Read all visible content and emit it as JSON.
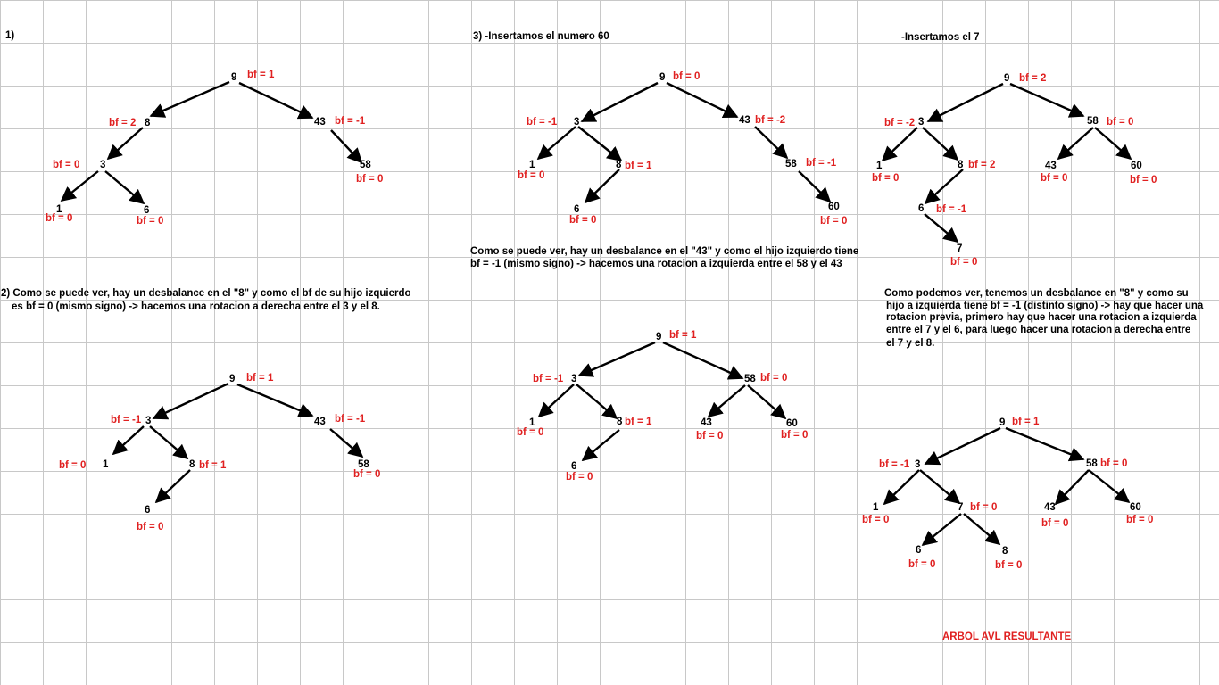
{
  "steps": {
    "s1": "1)",
    "s2": "2) Como se puede ver, hay un desbalance en el \"8\" y como el bf de su hijo izquierdo",
    "s2b": "es bf = 0 (mismo signo) -> hacemos una rotacion a derecha entre el 3 y el 8.",
    "s3": "3)  -Insertamos el numero 60",
    "s3note1": "Como se puede ver, hay un desbalance en el \"43\" y como el hijo izquierdo tiene",
    "s3note2": "bf = -1 (mismo signo) -> hacemos una rotacion a izquierda entre el 58 y el 43",
    "s4": "-Insertamos el 7",
    "s4note1": "Como podemos ver, tenemos un desbalance en \"8\" y como su",
    "s4note2": "hijo a izquierda tiene bf = -1 (distinto signo) -> hay que hacer una",
    "s4note3": "rotacion previa, primero hay que hacer una rotacion a izquierda",
    "s4note4": "entre el 7 y el 6, para luego hacer una rotacion a derecha entre",
    "s4note5": "el 7 y el 8.",
    "result": "ARBOL AVL RESULTANTE"
  },
  "trees": [
    {
      "id": "t1",
      "nodes": [
        {
          "v": "9",
          "bf": "bf = 1"
        },
        {
          "v": "8",
          "bf": "bf = 2"
        },
        {
          "v": "43",
          "bf": "bf = -1"
        },
        {
          "v": "3",
          "bf": "bf = 0"
        },
        {
          "v": "58",
          "bf": "bf = 0"
        },
        {
          "v": "1",
          "bf": "bf = 0"
        },
        {
          "v": "6",
          "bf": "bf = 0"
        }
      ]
    },
    {
      "id": "t2",
      "nodes": [
        {
          "v": "9",
          "bf": "bf = 1"
        },
        {
          "v": "3",
          "bf": "bf = -1"
        },
        {
          "v": "43",
          "bf": "bf = -1"
        },
        {
          "v": "1",
          "bf": "bf = 0"
        },
        {
          "v": "8",
          "bf": "bf = 1"
        },
        {
          "v": "58",
          "bf": "bf = 0"
        },
        {
          "v": "6",
          "bf": "bf = 0"
        }
      ]
    },
    {
      "id": "t3",
      "nodes": [
        {
          "v": "9",
          "bf": "bf = 0"
        },
        {
          "v": "3",
          "bf": "bf = -1"
        },
        {
          "v": "43",
          "bf": "bf = -2"
        },
        {
          "v": "1",
          "bf": "bf = 0"
        },
        {
          "v": "8",
          "bf": "bf = 1"
        },
        {
          "v": "58",
          "bf": "bf = -1"
        },
        {
          "v": "6",
          "bf": "bf = 0"
        },
        {
          "v": "60",
          "bf": "bf = 0"
        }
      ]
    },
    {
      "id": "t4",
      "nodes": [
        {
          "v": "9",
          "bf": "bf  = 1"
        },
        {
          "v": "3",
          "bf": "bf = -1"
        },
        {
          "v": "58",
          "bf": "bf = 0"
        },
        {
          "v": "1",
          "bf": "bf = 0"
        },
        {
          "v": "8",
          "bf": "bf = 1"
        },
        {
          "v": "43",
          "bf": "bf = 0"
        },
        {
          "v": "60",
          "bf": "bf = 0"
        },
        {
          "v": "6",
          "bf": "bf = 0"
        }
      ]
    },
    {
      "id": "t5",
      "nodes": [
        {
          "v": "9",
          "bf": "bf = 2"
        },
        {
          "v": "3",
          "bf": "bf = -2"
        },
        {
          "v": "58",
          "bf": "bf = 0"
        },
        {
          "v": "1",
          "bf": "bf = 0"
        },
        {
          "v": "8",
          "bf": "bf = 2"
        },
        {
          "v": "43",
          "bf": "bf = 0"
        },
        {
          "v": "60",
          "bf": "bf = 0"
        },
        {
          "v": "6",
          "bf": "bf = -1"
        },
        {
          "v": "7",
          "bf": "bf = 0"
        }
      ]
    },
    {
      "id": "t6",
      "nodes": [
        {
          "v": "9",
          "bf": "bf = 1"
        },
        {
          "v": "3",
          "bf": "bf = -1"
        },
        {
          "v": "58",
          "bf": "bf = 0"
        },
        {
          "v": "1",
          "bf": "bf = 0"
        },
        {
          "v": "7",
          "bf": "bf = 0"
        },
        {
          "v": "43",
          "bf": "bf = 0"
        },
        {
          "v": "60",
          "bf": "bf = 0"
        },
        {
          "v": "6",
          "bf": "bf = 0"
        },
        {
          "v": "8",
          "bf": "bf = 0"
        }
      ]
    }
  ],
  "colors": {
    "edge": "#000000",
    "balance_factor": "#e02020",
    "grid": "#c8c8c8"
  }
}
